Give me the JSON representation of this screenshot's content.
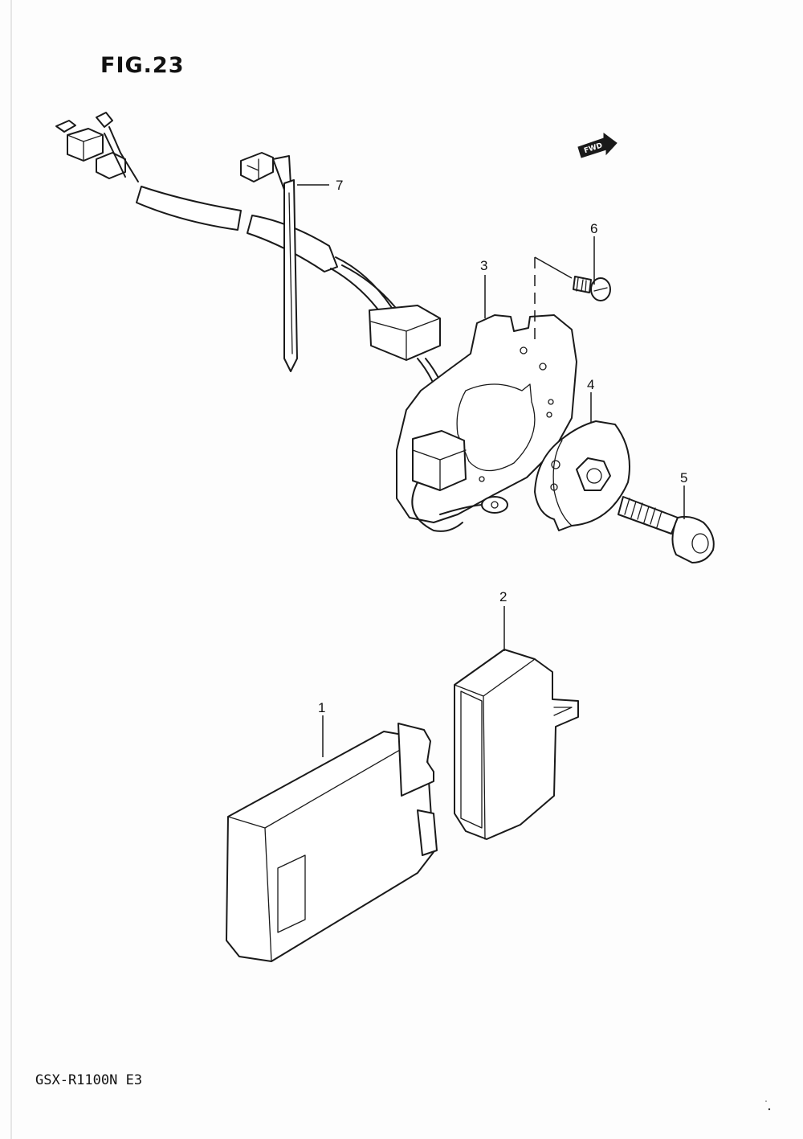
{
  "figure": {
    "title": "FIG.23",
    "model": "GSX-R1100N E3"
  },
  "direction_marker": {
    "label": "FWD",
    "icon": "forward-arrow-icon"
  },
  "callouts": [
    "1",
    "2",
    "3",
    "4",
    "5",
    "6",
    "7"
  ]
}
